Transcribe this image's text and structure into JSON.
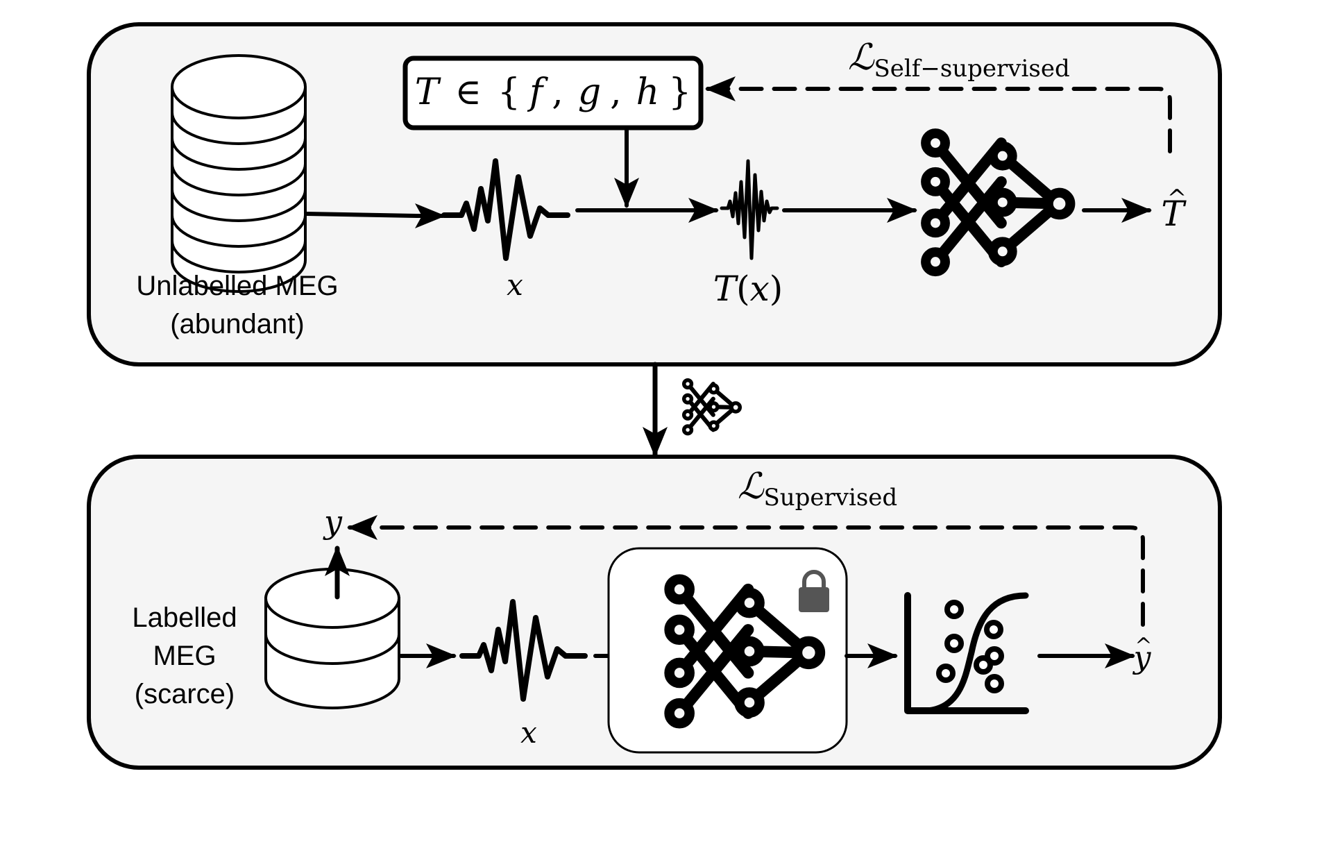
{
  "pretraining": {
    "database_label_line1": "Unlabelled MEG",
    "database_label_line2": "(abundant)",
    "transform_box": {
      "T": "T",
      "in": "∈",
      "set_open": "{",
      "f": "f",
      "c1": ",",
      "g": "g",
      "c2": ",",
      "h": "h",
      "set_close": "}"
    },
    "x_label": "x",
    "tx_T": "T",
    "tx_open": "(",
    "tx_x": "x",
    "tx_close": ")",
    "loss_symbol": "ℒ",
    "loss_subscript": "Self−supervised",
    "output_hat": "^",
    "output_symbol": "T"
  },
  "downstream": {
    "database_label_line1": "Labelled",
    "database_label_line2": "MEG",
    "database_label_line3": "(scarce)",
    "x_label": "x",
    "y_label": "y",
    "loss_symbol": "ℒ",
    "loss_subscript": "Supervised",
    "output_hat": "^",
    "output_symbol": "y"
  },
  "icons": {
    "database_large": "database-icon",
    "database_small": "database-icon",
    "signal": "waveform-icon",
    "transformed_signal": "transformed-waveform-icon",
    "network": "neural-network-icon",
    "frozen": "lock-icon",
    "classifier": "logistic-regression-icon"
  }
}
